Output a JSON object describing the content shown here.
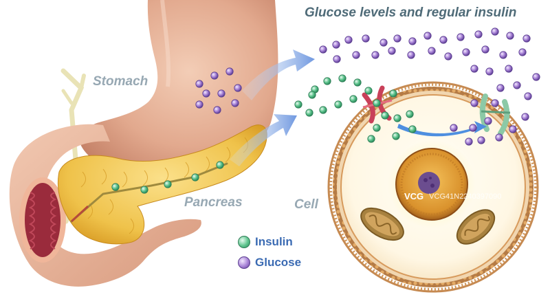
{
  "title": "Glucose levels and regular insulin",
  "labels": {
    "stomach": "Stomach",
    "pancreas": "Pancreas",
    "cell": "Cell"
  },
  "legend": {
    "insulin": "Insulin",
    "glucose": "Glucose"
  },
  "watermark": {
    "logo": "VCG",
    "id": "VCG41N2240397090"
  },
  "colors": {
    "insulin": "#5fc48e",
    "glucose": "#a782d6",
    "arrow": "#7ea7e6",
    "stomach": "#e0a78d",
    "pancreas": "#efc24a",
    "membrane": "#c68a52",
    "nucleus": "#e2a23a",
    "mitochondria": "#a7813f",
    "receptor": "#c94059",
    "transporter": "#8cc9a6"
  }
}
